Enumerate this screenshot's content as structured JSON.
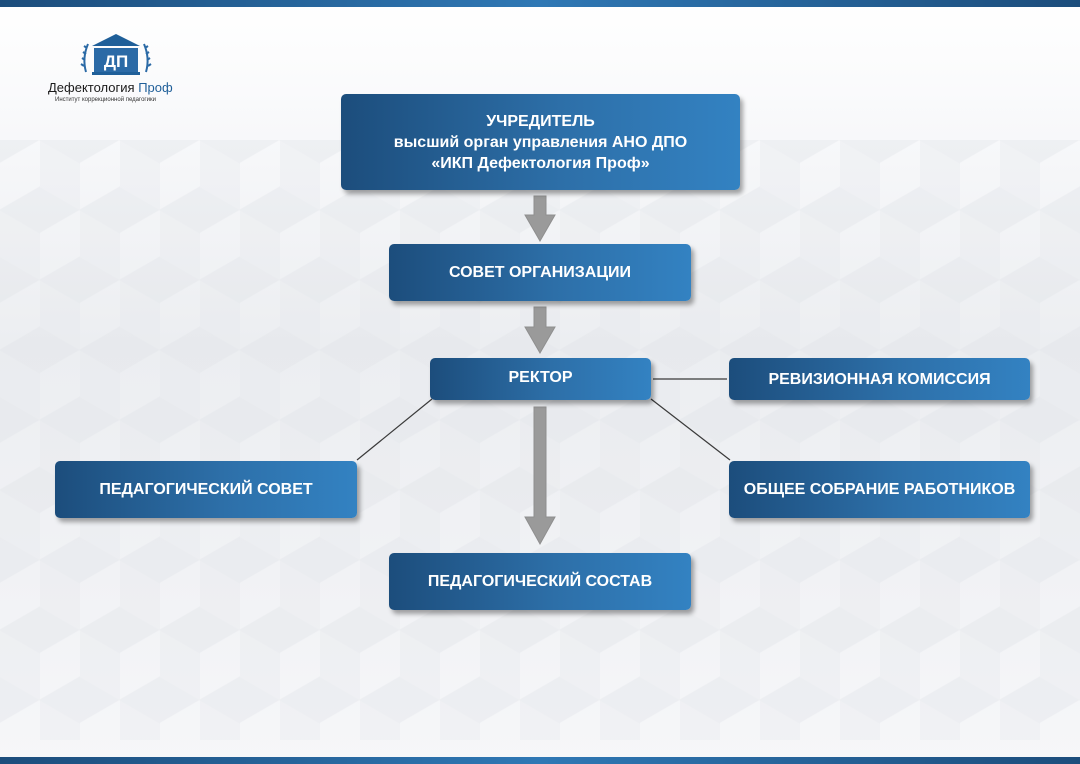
{
  "logo": {
    "name_main": "Дефектология",
    "name_accent": "Проф",
    "subtitle": "Институт коррекционной педагогики",
    "mark_icon": "institute-columns-icon",
    "mark_letters": "ДП"
  },
  "nodes": {
    "founder": {
      "line1": "УЧРЕДИТЕЛЬ",
      "line2": "высший орган управления АНО ДПО",
      "line3": "«ИКП Дефектология Проф»"
    },
    "council": "СОВЕТ ОРГАНИЗАЦИИ",
    "rector": "РЕКТОР",
    "audit": "РЕВИЗИОННАЯ КОМИССИЯ",
    "ped_council": "ПЕДАГОГИЧЕСКИЙ СОВЕТ",
    "assembly": "ОБЩЕЕ СОБРАНИЕ РАБОТНИКОВ",
    "staff": "ПЕДАГОГИЧЕСКИЙ СОСТАВ"
  },
  "colors": {
    "box_dark": "#1c4d7c",
    "box_light": "#3382c2",
    "arrow": "#9a9a9a",
    "line": "#3a3a3a"
  }
}
